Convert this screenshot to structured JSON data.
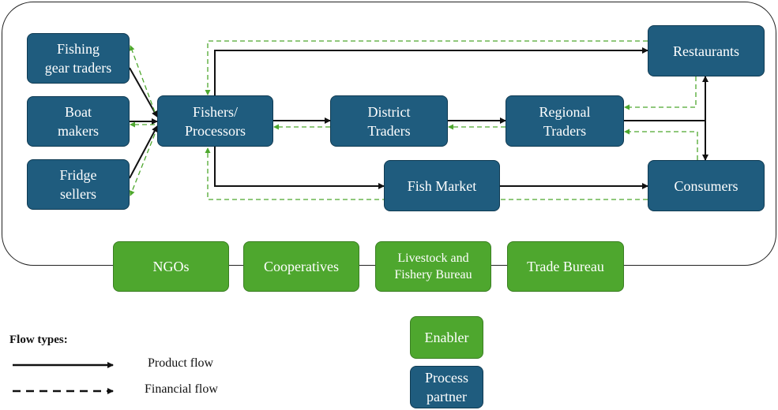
{
  "nodes": {
    "fishing_gear_traders": "Fishing\ngear traders",
    "boat_makers": "Boat\nmakers",
    "fridge_sellers": "Fridge\nsellers",
    "fishers_processors": "Fishers/\nProcessors",
    "district_traders": "District\nTraders",
    "regional_traders": "Regional\nTraders",
    "restaurants": "Restaurants",
    "consumers": "Consumers",
    "fish_market": "Fish Market"
  },
  "enablers": {
    "ngos": "NGOs",
    "cooperatives": "Cooperatives",
    "livestock_fishery_bureau": "Livestock and\nFishery Bureau",
    "trade_bureau": "Trade Bureau"
  },
  "legend": {
    "title": "Flow types:",
    "product_flow": "Product flow",
    "financial_flow": "Financial  flow",
    "enabler": "Enabler",
    "process_partner": "Process\npartner"
  },
  "colors": {
    "process_partner": "#1f5c7e",
    "enabler": "#4ea72e",
    "product_flow": "#111111",
    "financial_flow": "#4ea72e"
  }
}
